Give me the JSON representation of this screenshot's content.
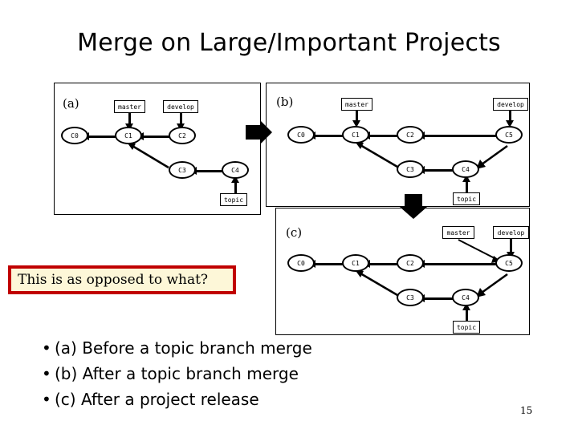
{
  "slide": {
    "title": "Merge on Large/Important Projects",
    "page_number": "15"
  },
  "callout": {
    "text": "This is as opposed to what?",
    "border_color": "#c00000",
    "fill_color": "#fdf7d8"
  },
  "bullets": [
    {
      "marker": "•",
      "text": "(a) Before a topic branch merge"
    },
    {
      "marker": "•",
      "text": "(b) After a topic branch merge"
    },
    {
      "marker": "•",
      "text": "(c) After a project release"
    }
  ],
  "panels": [
    {
      "id": "a",
      "label": "(a)",
      "caption": "Before a topic branch merge",
      "commits": [
        "C0",
        "C1",
        "C2",
        "C3",
        "C4"
      ],
      "branch_labels": [
        "master",
        "develop",
        "topic"
      ],
      "branch_pointers": [
        {
          "branch": "master",
          "commit": "C1"
        },
        {
          "branch": "develop",
          "commit": "C2"
        },
        {
          "branch": "topic",
          "commit": "C4"
        }
      ],
      "parent_edges": [
        {
          "child": "C1",
          "parent": "C0"
        },
        {
          "child": "C2",
          "parent": "C1"
        },
        {
          "child": "C3",
          "parent": "C1"
        },
        {
          "child": "C4",
          "parent": "C3"
        }
      ],
      "nodes": {
        "C0": "C0",
        "C1": "C1",
        "C2": "C2",
        "C3": "C3",
        "C4": "C4",
        "master": "master",
        "develop": "develop",
        "topic": "topic"
      }
    },
    {
      "id": "b",
      "label": "(b)",
      "caption": "After a topic branch merge",
      "commits": [
        "C0",
        "C1",
        "C2",
        "C3",
        "C4",
        "C5"
      ],
      "branch_labels": [
        "master",
        "develop",
        "topic"
      ],
      "branch_pointers": [
        {
          "branch": "master",
          "commit": "C1"
        },
        {
          "branch": "develop",
          "commit": "C5"
        },
        {
          "branch": "topic",
          "commit": "C4"
        }
      ],
      "parent_edges": [
        {
          "child": "C1",
          "parent": "C0"
        },
        {
          "child": "C2",
          "parent": "C1"
        },
        {
          "child": "C3",
          "parent": "C1"
        },
        {
          "child": "C4",
          "parent": "C3"
        },
        {
          "child": "C5",
          "parent": "C2"
        },
        {
          "child": "C5",
          "parent": "C4"
        }
      ],
      "nodes": {
        "C0": "C0",
        "C1": "C1",
        "C2": "C2",
        "C3": "C3",
        "C4": "C4",
        "C5": "C5",
        "master": "master",
        "develop": "develop",
        "topic": "topic"
      }
    },
    {
      "id": "c",
      "label": "(c)",
      "caption": "After a project release",
      "commits": [
        "C0",
        "C1",
        "C2",
        "C3",
        "C4",
        "C5"
      ],
      "branch_labels": [
        "master",
        "develop",
        "topic"
      ],
      "branch_pointers": [
        {
          "branch": "master",
          "commit": "C5"
        },
        {
          "branch": "develop",
          "commit": "C5"
        },
        {
          "branch": "topic",
          "commit": "C4"
        }
      ],
      "parent_edges": [
        {
          "child": "C1",
          "parent": "C0"
        },
        {
          "child": "C2",
          "parent": "C1"
        },
        {
          "child": "C3",
          "parent": "C1"
        },
        {
          "child": "C4",
          "parent": "C3"
        },
        {
          "child": "C5",
          "parent": "C2"
        },
        {
          "child": "C5",
          "parent": "C4"
        }
      ],
      "nodes": {
        "C0": "C0",
        "C1": "C1",
        "C2": "C2",
        "C3": "C3",
        "C4": "C4",
        "C5": "C5",
        "master": "master",
        "develop": "develop",
        "topic": "topic"
      }
    }
  ],
  "step_arrows": [
    {
      "name": "a-to-b",
      "direction": "right"
    },
    {
      "name": "b-to-c",
      "direction": "down"
    }
  ]
}
